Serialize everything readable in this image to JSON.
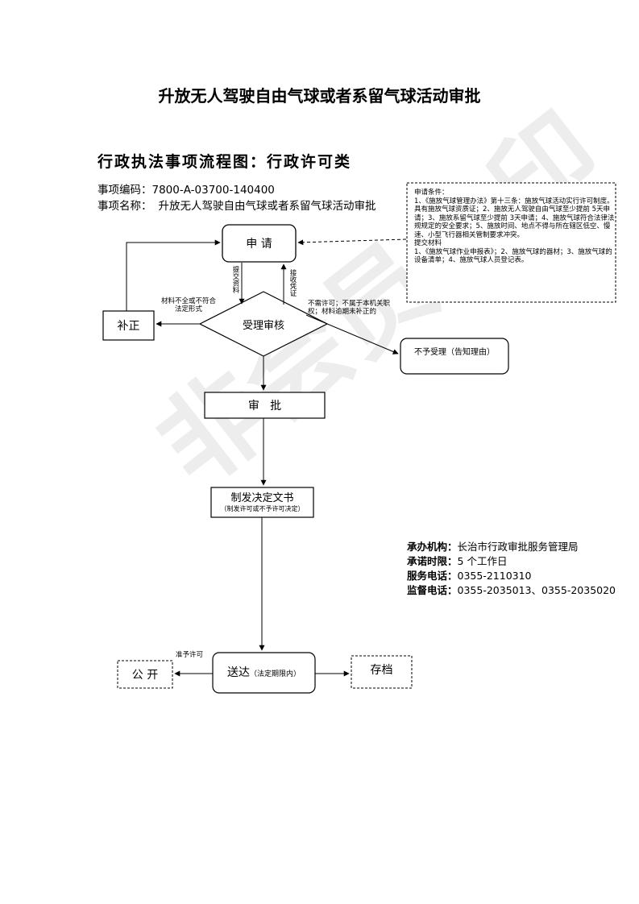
{
  "title": "升放无人驾驶自由气球或者系留气球活动审批",
  "chart_heading": "行政执法事项流程图：行政许可类",
  "item_code_label": "事项编码：",
  "item_code": "7800-A-03700-140400",
  "item_name_label": "事项名称：",
  "item_name": "升放无人驾驶自由气球或者系留气球活动审批",
  "nodes": {
    "apply": "申 请",
    "correction": "补正",
    "review": "受理审核",
    "reject": "不予受理（告知理由）",
    "approve": "审   批",
    "issue": "制发决定文书",
    "issue_note": "（制发许可或不予许可决定）",
    "deliver": "送达",
    "deliver_note": "（法定期限内）",
    "publish": "公 开",
    "archive": "存档"
  },
  "edge_labels": {
    "submit": "提交资料",
    "accept": "接收凭证",
    "incomplete": "材料不全或不符合法定形式",
    "reject_reason": "不需许可；不属于本机关职权；材料逾期未补正的",
    "grant": "准予许可"
  },
  "conditions": [
    "申请条件：",
    "1、《施放气球管理办法》第十三条：施放气球活动实行许可制度。具有施放气球资质证；2、施放无人驾驶自由气球至少提前 5天申请；3、施放系留气球至少提前 3天申请；4、施放气球符合法律法规规定的安全要求；5、施放时间、地点不得与所在辖区低空、慢速、小型飞行器相关管制要求冲突。",
    "提交材料",
    "1、《施放气球作业申报表》；2、施放气球的器材；3、施放气球的设备清单；4、施放气球人员登记表。"
  ],
  "info": {
    "org_label": "承办机构：",
    "org": "长治市行政审批服务管理局",
    "time_label": "承诺时限：",
    "time": "5 个工作日",
    "service_label": "服务电话：",
    "service": "0355-2110310",
    "supervise_label": "监督电话：",
    "supervise": "0355-2035013、0355-2035020"
  },
  "watermark": "非会员水印"
}
